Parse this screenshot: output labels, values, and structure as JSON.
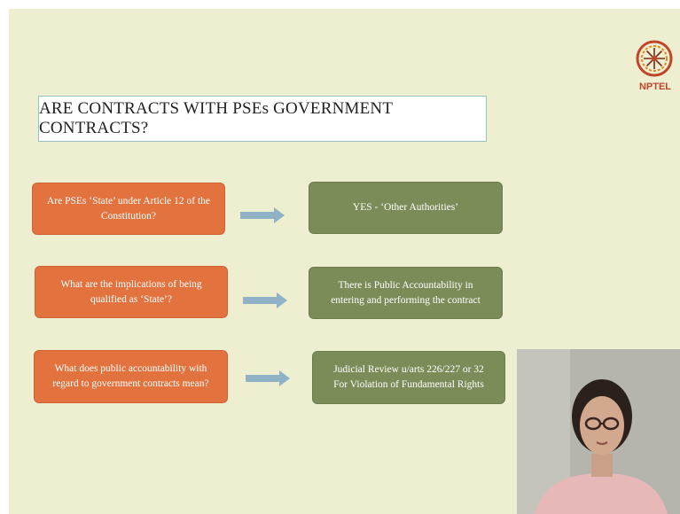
{
  "slide": {
    "title": "ARE CONTRACTS WITH PSEs GOVERNMENT CONTRACTS?",
    "logo_text": "NPTEL",
    "rows": [
      {
        "question": "Are PSEs ‘State’ under Article 12 of the Constitution?",
        "answer": "YES - ‘Other Authorities’"
      },
      {
        "question": "What are the implications of being qualified as ‘State’?",
        "answer": "There is Public Accountability in entering and performing the contract"
      },
      {
        "question": "What does public accountability with regard to government contracts mean?",
        "answer": "Judicial Review u/arts 226/227 or 32 For Violation of Fundamental Rights"
      }
    ]
  },
  "colors": {
    "background": "#eeeed0",
    "question_box": "#e2733f",
    "answer_box": "#7c8c59",
    "arrow": "#8fb2c6",
    "logo_accent": "#c0452a"
  },
  "icons": {
    "logo": "nptel-logo-icon",
    "arrow": "right-arrow-icon"
  }
}
